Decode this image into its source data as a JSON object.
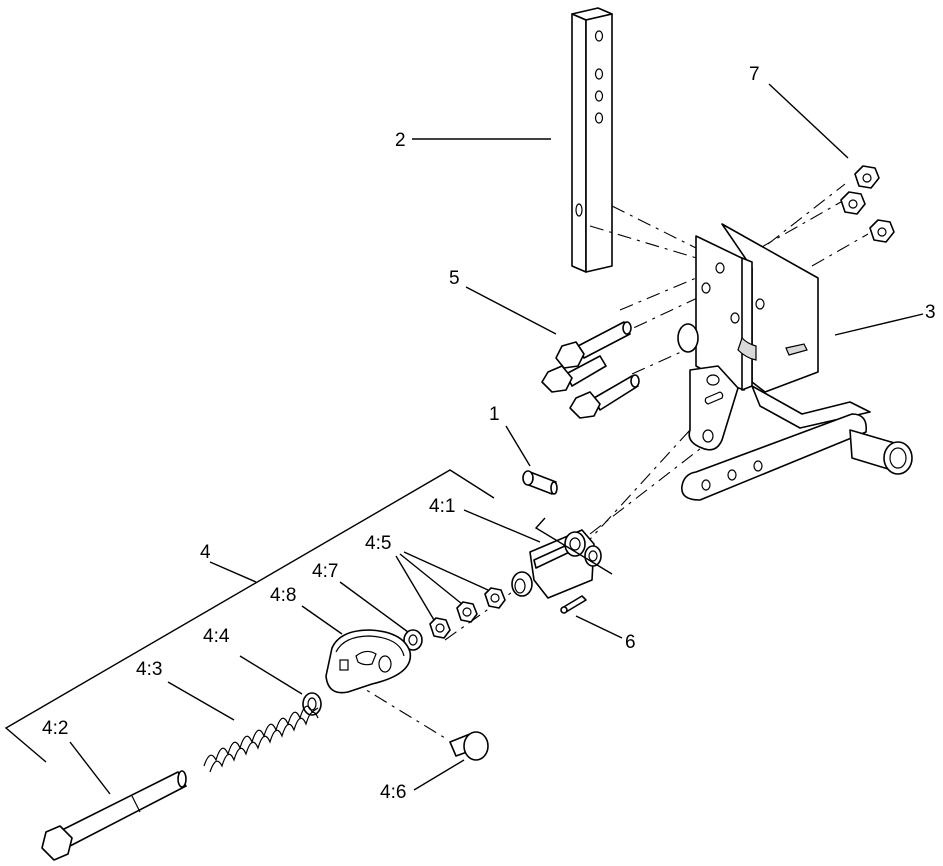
{
  "callouts": {
    "c1": "1",
    "c2": "2",
    "c3": "3",
    "c4": "4",
    "c5": "5",
    "c6": "6",
    "c7": "7",
    "c4_1": "4:1",
    "c4_2": "4:2",
    "c4_3": "4:3",
    "c4_4": "4:4",
    "c4_5": "4:5",
    "c4_6": "4:6",
    "c4_7": "4:7",
    "c4_8": "4:8"
  }
}
